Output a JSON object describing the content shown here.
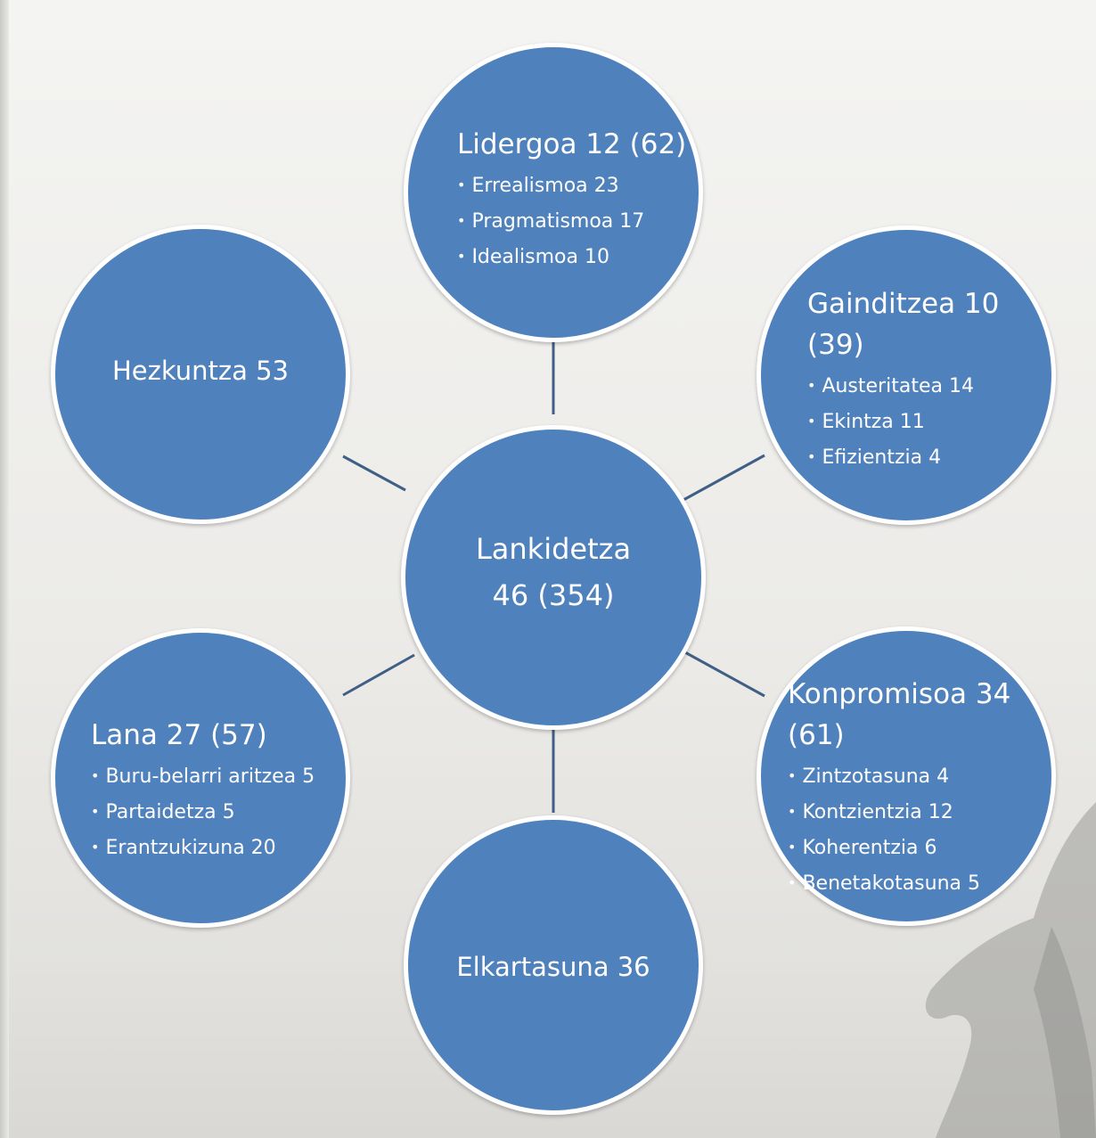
{
  "diagram": {
    "center": {
      "title_line1": "Lankidetza",
      "title_line2": "46 (354)"
    },
    "nodes": {
      "top": {
        "title": "Lidergoa 12 (62)",
        "items": [
          "Errealismoa 23",
          "Pragmatismoa 17",
          "Idealismoa 10"
        ]
      },
      "upper_right": {
        "title_line1": "Gainditzea 10",
        "title_line2": "(39)",
        "items": [
          "Austeritatea 14",
          "Ekintza 11",
          "Efizientzia 4"
        ]
      },
      "lower_right": {
        "title_line1": "Konpromisoa 34",
        "title_line2": "(61)",
        "items": [
          "Zintzotasuna 4",
          "Kontzientzia 12",
          "Koherentzia 6",
          "Benetakotasuna 5"
        ]
      },
      "bottom": {
        "title": "Elkartasuna 36"
      },
      "lower_left": {
        "title": "Lana 27 (57)",
        "items": [
          "Buru-belarri aritzea 5",
          "Partaidetza 5",
          "Erantzukizuna 20"
        ]
      },
      "upper_left": {
        "title": "Hezkuntza 53"
      }
    },
    "colors": {
      "node_fill": "#4f81bd",
      "node_border": "#ffffff",
      "connector": "#3f5f86",
      "background": "#eeeeeb"
    }
  }
}
